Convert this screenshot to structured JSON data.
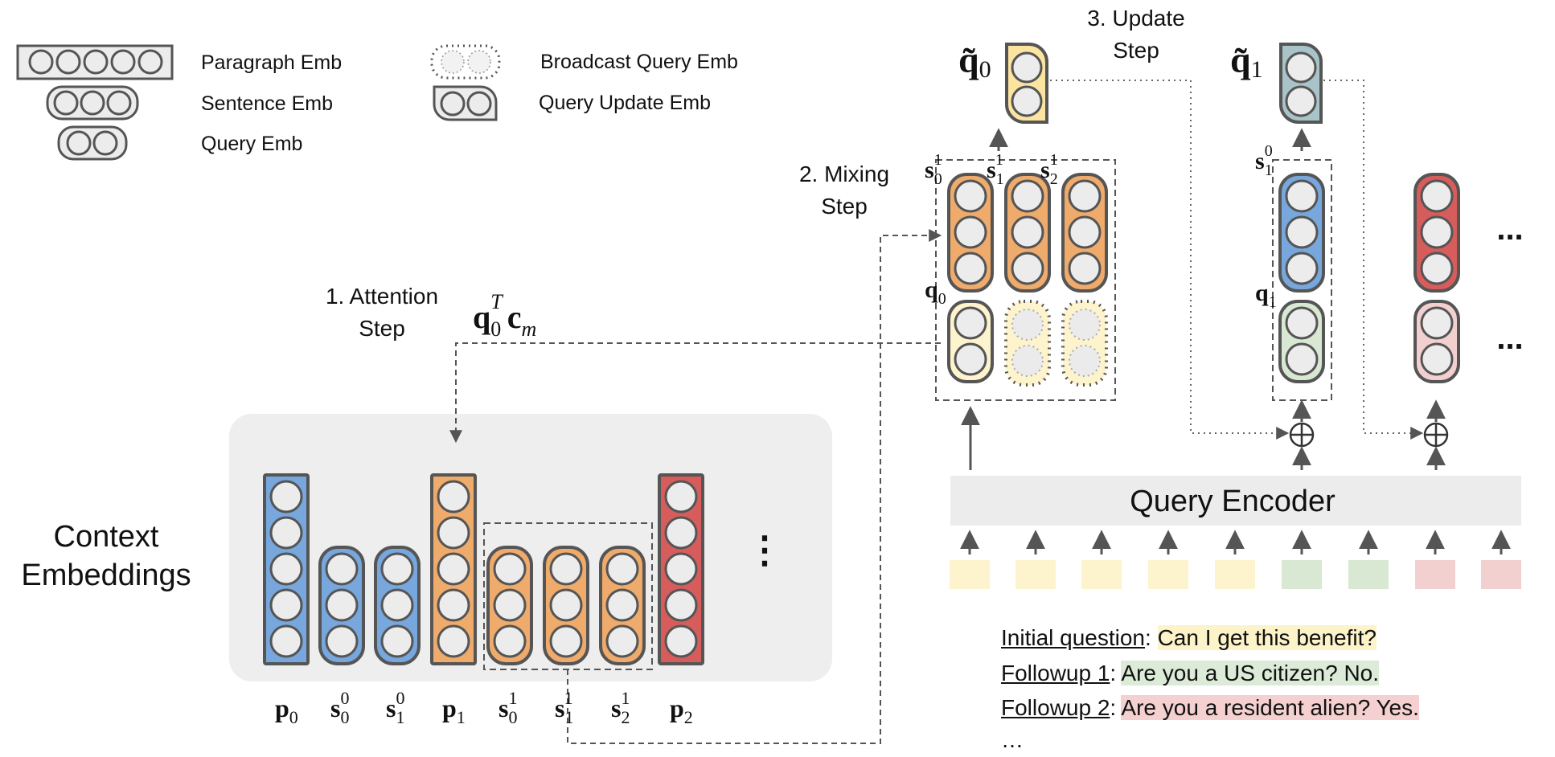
{
  "legend": {
    "paragraph": "Paragraph Emb",
    "sentence": "Sentence Emb",
    "query": "Query Emb",
    "broadcast": "Broadcast Query Emb",
    "query_update": "Query Update Emb"
  },
  "steps": {
    "attention_l1": "1. Attention",
    "attention_l2": "Step",
    "mixing_l1": "2. Mixing",
    "mixing_l2": "Step",
    "update_l1": "3. Update",
    "update_l2": "Step"
  },
  "context": {
    "label_l1": "Context",
    "label_l2": "Embeddings",
    "ellipsis": "⋮"
  },
  "encoder": {
    "label": "Query Encoder"
  },
  "questions": [
    {
      "head": "Initial question",
      "sep": ": ",
      "text": "Can I get this benefit?"
    },
    {
      "head": "Followup 1",
      "sep": ": ",
      "text": "Are you a US citizen? No."
    },
    {
      "head": "Followup 2",
      "sep": ": ",
      "text": "Are you a resident alien? Yes."
    }
  ],
  "trailing_ellipsis": "…",
  "right_ellipses": [
    "...",
    "..."
  ],
  "colors": {
    "blue": "#77a7dc",
    "orange": "#eeab6c",
    "red": "#d75c5c",
    "pale_yellow": "#fdf3cd",
    "yellow_update": "#fbe3a0",
    "teal_update": "#a9c4c8",
    "green": "#d8e8d2",
    "pink": "#f3d0d0",
    "panel": "#eeeeee",
    "stroke": "#555555"
  }
}
